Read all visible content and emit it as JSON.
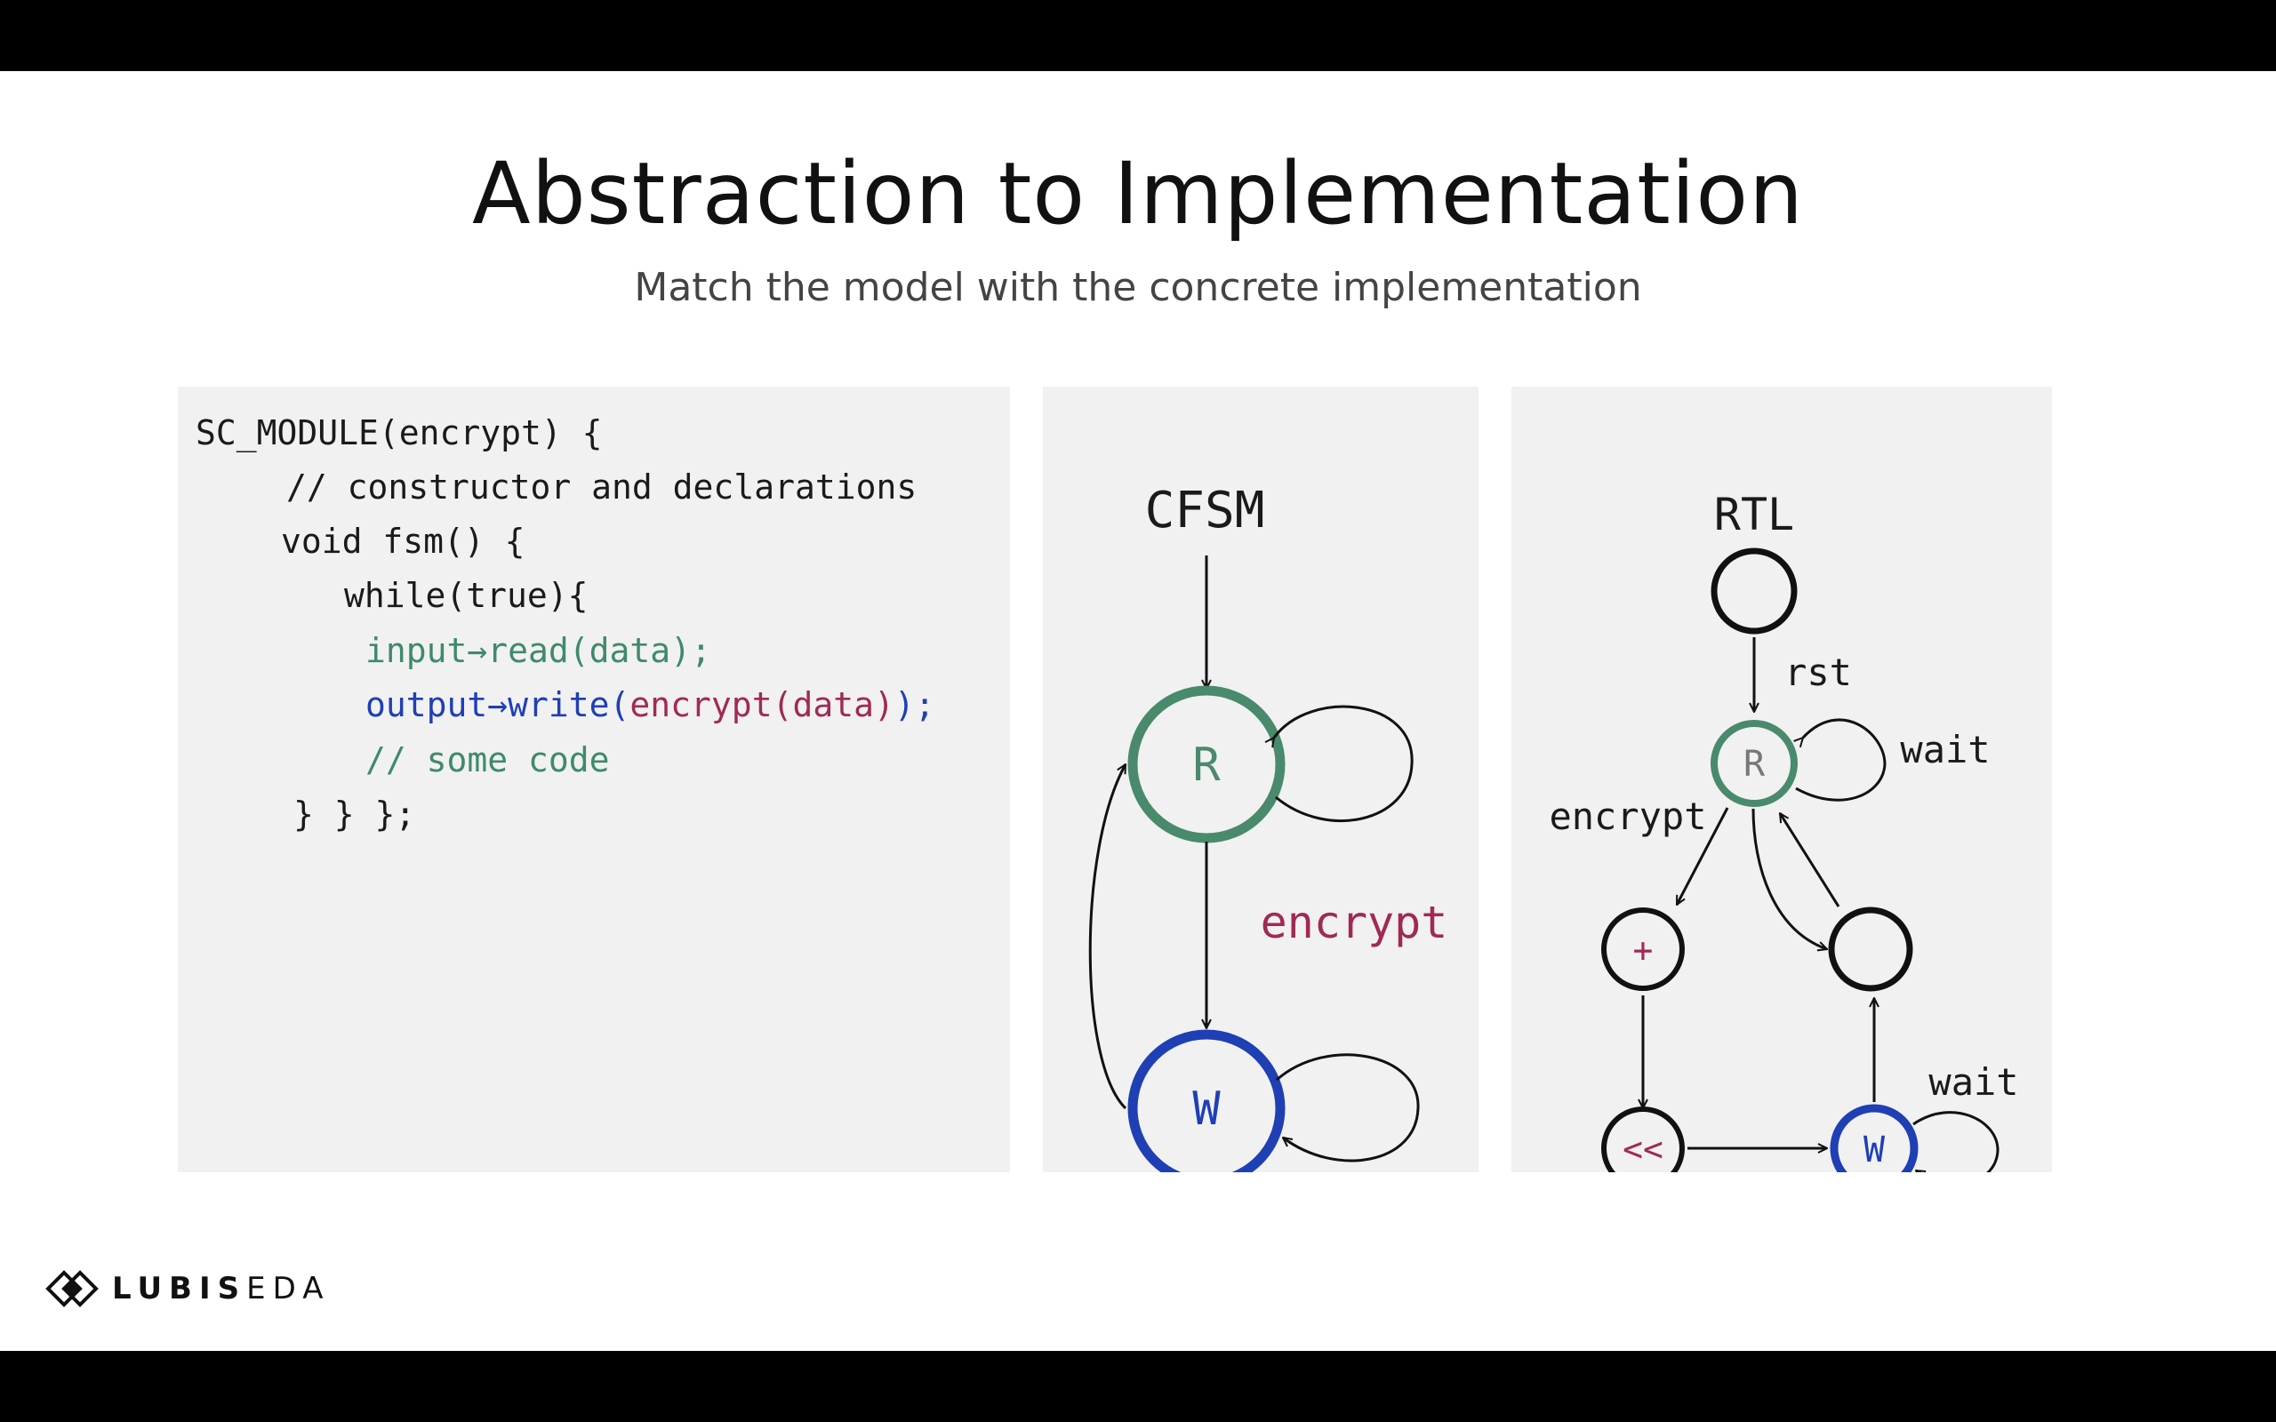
{
  "slide": {
    "title": "Abstraction to Implementation",
    "subtitle": "Match the model with the concrete implementation"
  },
  "code": {
    "line1": "SC_MODULE(encrypt) {",
    "line2": "// constructor and declarations",
    "line3": "void fsm() {",
    "line4": "while(true){",
    "line5": "input→read(data);",
    "line6a": "output→write(",
    "line6b": "encrypt(data)",
    "line6c": ");",
    "line7": "// some code",
    "line8": "} } };"
  },
  "cfsm": {
    "title": "CFSM",
    "state_r": "R",
    "state_w": "W",
    "edge_label": "encrypt"
  },
  "rtl": {
    "title": "RTL",
    "rst_label": "rst",
    "wait_label_top": "wait",
    "encrypt_label": "encrypt",
    "state_r": "R",
    "state_plus": "+",
    "state_shift": "<<",
    "state_w": "W",
    "wait_label_bottom": "wait"
  },
  "colors": {
    "green": "#4a8a6c",
    "blue": "#1f3fb4",
    "red": "#a02a55"
  },
  "logo": {
    "bold": "LUBIS",
    "light": "EDA",
    "icon": "diamond-logo-icon"
  }
}
